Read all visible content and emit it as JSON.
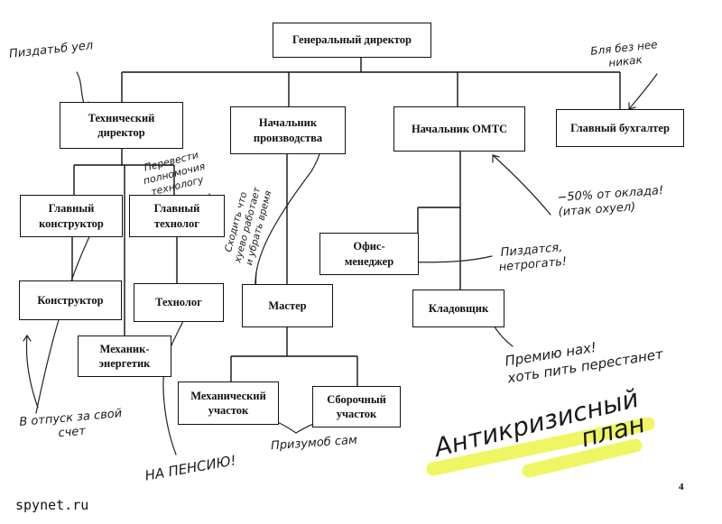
{
  "boxes": {
    "ceo": "Генеральный директор",
    "tech_director": "Технический\nдиректор",
    "prod_head": "Начальник\nпроизводства",
    "omts_head": "Начальник ОМТС",
    "chief_accountant": "Главный бухгалтер",
    "chief_designer": "Главный\nконструктор",
    "chief_technologist": "Главный\nтехнолог",
    "designer": "Конструктор",
    "technologist": "Технолог",
    "mechanic": "Механик-\nэнергетик",
    "master": "Мастер",
    "office_manager": "Офис-\nменеджер",
    "storekeeper": "Кладовщик",
    "mech_section": "Механический\nучасток",
    "assembly_section": "Сборочный\nучасток"
  },
  "notes": {
    "fire_all": "Пиздатьб уел",
    "accountant": "Бля без нее\nникак",
    "tech_transfer": "Перевести\nполномочия\nтехнологу",
    "prod_check": "Сходить что\nхуево работает\nи убрать время",
    "salary": "−50% от оклада!\n(итак охуел)",
    "office": "Пиздатся,\nнетрогать!",
    "storekeeper": "Премию нах!\nхоть пить перестанет",
    "vacation": "В отпуск за свой\nсчет",
    "pension": "НА ПЕНСИЮ!",
    "merge": "Призумоб сам",
    "plan": "Антикризисный\nплан"
  },
  "footer": {
    "site": "spynet.ru",
    "page": "4"
  },
  "colors": {
    "highlighter": "#ecf54a"
  }
}
